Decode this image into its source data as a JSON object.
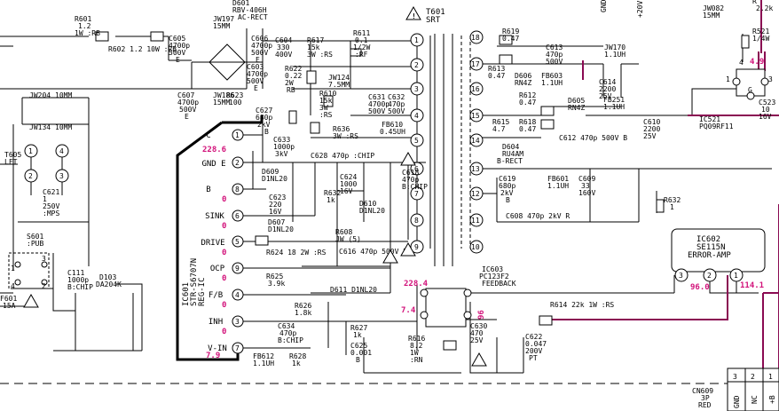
{
  "rect_top": [
    "D601",
    "RBV-406H",
    "AC-RECT"
  ],
  "jw197": [
    "JW197",
    "15MM"
  ],
  "r601": [
    "R601",
    "1.2",
    "1W :RB"
  ],
  "r602": "R602 1.2 10W :RB",
  "c605": [
    "C605",
    "4700p",
    "500V",
    "E"
  ],
  "c606": [
    "C606",
    "4700p",
    "500V",
    "E"
  ],
  "c603": [
    "C603",
    "4700p",
    "500V",
    "E"
  ],
  "c604": [
    "C604",
    "330",
    "400V"
  ],
  "c607": [
    "C607",
    "4700p",
    "500V",
    "E"
  ],
  "jw186": [
    "JW186",
    "15MM"
  ],
  "r617": [
    "R617",
    "15k",
    "3W :RS"
  ],
  "r622": [
    "R622",
    "0.22",
    "2W",
    "RB"
  ],
  "r611": [
    "R611",
    "0.1",
    "1/2W",
    ":RF"
  ],
  "r623": [
    "R623",
    "100"
  ],
  "jw124": [
    "JW124",
    "7.5MM"
  ],
  "r610": [
    "R610",
    "15k",
    "3W",
    ":RS"
  ],
  "c631": [
    "C631",
    "4700p",
    "500V"
  ],
  "c632": [
    "C632",
    "470p",
    "500V"
  ],
  "r636": [
    "R636",
    "3W :RS"
  ],
  "fb610": [
    "FB610",
    "0.45UH"
  ],
  "c627": [
    "C627",
    "680p",
    "2kV",
    "B"
  ],
  "c633": [
    "C633",
    "1000p",
    "3kV"
  ],
  "c628": "C628 470p :CHIP",
  "t601": [
    "T601",
    "SRT"
  ],
  "t601_pins": [
    "1",
    "2",
    "3",
    "4",
    "5",
    "6",
    "7",
    "8",
    "9",
    "10",
    "11",
    "12",
    "13",
    "14",
    "15",
    "16",
    "17",
    "18"
  ],
  "jw204": [
    "JW204",
    "10MM"
  ],
  "jw134": [
    "JW134",
    "10MM"
  ],
  "t605": [
    "T605",
    "LFT"
  ],
  "c621": [
    "C621",
    "1",
    "250V",
    ":MPS"
  ],
  "s601": [
    "S601",
    ":PUB"
  ],
  "c111": [
    "C111",
    "1000p",
    "B:CHIP"
  ],
  "d103": [
    "D103",
    "DA204K"
  ],
  "f601": [
    "F601",
    "15A"
  ],
  "ic601_pins": [
    "C",
    "GND E",
    "B",
    "SINK",
    "DRIVE",
    "OCP",
    "F/B",
    "INH",
    "V-IN"
  ],
  "ic601_pin_nums": [
    "1",
    "2",
    "8",
    "6",
    "5",
    "9",
    "4",
    "3",
    "7"
  ],
  "ic601_name": [
    "IC601",
    "STR-S6707N",
    "REG-IC"
  ],
  "d609": [
    "D609",
    "D1NL20"
  ],
  "c623": [
    "C623",
    "220",
    "16V"
  ],
  "c624": [
    "C624",
    "1000",
    "16V"
  ],
  "r632": [
    "R632",
    "1k"
  ],
  "d607": [
    "D607",
    "D1NL20"
  ],
  "d610": [
    "D610",
    "D1NL20"
  ],
  "r608": [
    "R608",
    "JW (5)"
  ],
  "r624": "R624  18 2W :RS",
  "c616": "C616  470p 500V B",
  "r625": [
    "R625",
    "3.9k"
  ],
  "d611": "D611  D1NL20",
  "r626": [
    "R626",
    "1.8k"
  ],
  "r627": [
    "R627",
    "1k"
  ],
  "c634": [
    "C634",
    "470p",
    "B:CHIP"
  ],
  "c625": [
    "C625",
    "0.001",
    "B"
  ],
  "fb612": [
    "FB612",
    "1.1UH"
  ],
  "r628": [
    "R628",
    "1k"
  ],
  "r619": [
    "R619",
    "0.47"
  ],
  "r613": [
    "R613",
    "0.47"
  ],
  "c613": [
    "C613",
    "470p",
    "500V"
  ],
  "d606": [
    "D606",
    "RN4Z"
  ],
  "fb603": [
    "FB603",
    "1.1UH"
  ],
  "jw170": [
    "JW170",
    "1.1UH"
  ],
  "c614": [
    "C614",
    "2200",
    "25V"
  ],
  "r612": [
    "R612",
    "0.47"
  ],
  "r618": [
    "R618",
    "0.47"
  ],
  "d605": [
    "D605",
    "RN4Z"
  ],
  "fb251": [
    "FB251",
    "1.1UH"
  ],
  "r615": [
    "R615",
    "4.7"
  ],
  "c612": "C612  470p 500V B",
  "c610": [
    "C610",
    "2200",
    "25V"
  ],
  "d604": [
    "D604",
    "RU4AM",
    "B-RECT"
  ],
  "c618": [
    "C618",
    "470p",
    "B:CHIP"
  ],
  "c619": [
    "C619",
    "680p",
    "2kV",
    "B"
  ],
  "fb601": [
    "FB601",
    "1.1UH"
  ],
  "c609": [
    "C609",
    "33",
    "160V"
  ],
  "r632b": [
    "R632",
    "1"
  ],
  "c608": "C608  470p 2kV R",
  "ic603": [
    "IC603",
    "PC123F2",
    "FEEDBACK"
  ],
  "ic602": [
    "IC602",
    "SE115N",
    "ERROR-AMP"
  ],
  "ic602_pins": [
    "1",
    "2",
    "3"
  ],
  "ic521": [
    "IC521",
    "PQ09RF11"
  ],
  "ic521_pins": [
    "1",
    "4",
    "3"
  ],
  "ic521_g": "G",
  "c523": [
    "C523",
    "10",
    "16V"
  ],
  "jw082": [
    "JW082",
    "15MM"
  ],
  "r521": [
    "R521",
    "1/4W"
  ],
  "r521b": [
    "R",
    "2.2k"
  ],
  "r614": "R614  22k 1W :RS",
  "r616": [
    "R616",
    "8.2",
    "1W",
    ":RN"
  ],
  "c630": [
    "C630",
    "470",
    "25V"
  ],
  "c622": [
    "C622",
    "0.047",
    "200V",
    "PT"
  ],
  "cn609": [
    "CN609",
    "3P",
    "RED"
  ],
  "cn609_pins": [
    "3",
    "2",
    "1"
  ],
  "cn609_labels": [
    "GND",
    "NC",
    "+B"
  ],
  "gnd_top": "GND",
  "v20_top": "+20V",
  "meas": {
    "c_pin": "228.6",
    "b_pin": "0",
    "sink_pin": "0",
    "drive_pin": "0",
    "ocp_pin": "0",
    "fb_pin": "0",
    "inh_pin": "0",
    "vin_pin": "7.9",
    "ic603_top": "228.4",
    "ic603_left": "7.4",
    "ic603_right": "96",
    "ic602_left": "96.0",
    "ic602_right": "114.1",
    "ic521": "4.9"
  }
}
